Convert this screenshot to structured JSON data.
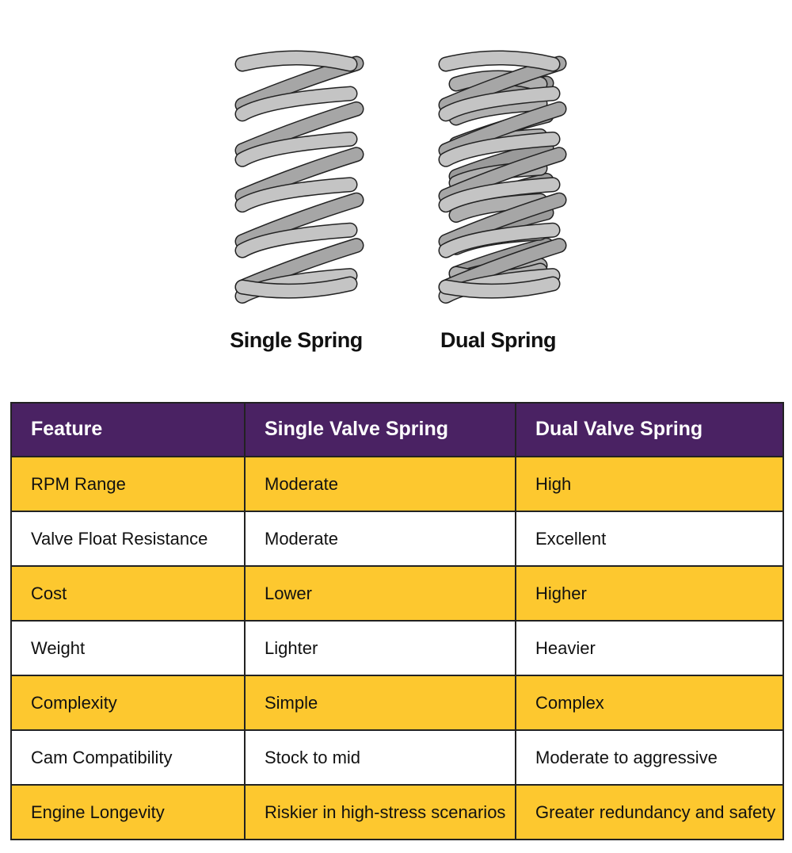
{
  "captions": {
    "single": "Single Spring",
    "dual": "Dual Spring"
  },
  "table": {
    "headers": [
      "Feature",
      "Single Valve Spring",
      "Dual Valve Spring"
    ],
    "rows": [
      [
        "RPM Range",
        "Moderate",
        "High"
      ],
      [
        "Valve Float Resistance",
        "Moderate",
        "Excellent"
      ],
      [
        "Cost",
        "Lower",
        "Higher"
      ],
      [
        "Weight",
        "Lighter",
        "Heavier"
      ],
      [
        "Complexity",
        "Simple",
        "Complex"
      ],
      [
        "Cam Compatibility",
        "Stock to mid",
        "Moderate to aggressive"
      ],
      [
        "Engine Longevity",
        "Riskier in high-stress scenarios",
        "Greater redundancy and safety"
      ]
    ]
  },
  "colors": {
    "header": "#4a2263",
    "stripe": "#fdc82f",
    "spring_front": "#c4c4c4",
    "spring_back": "#a6a6a6"
  }
}
